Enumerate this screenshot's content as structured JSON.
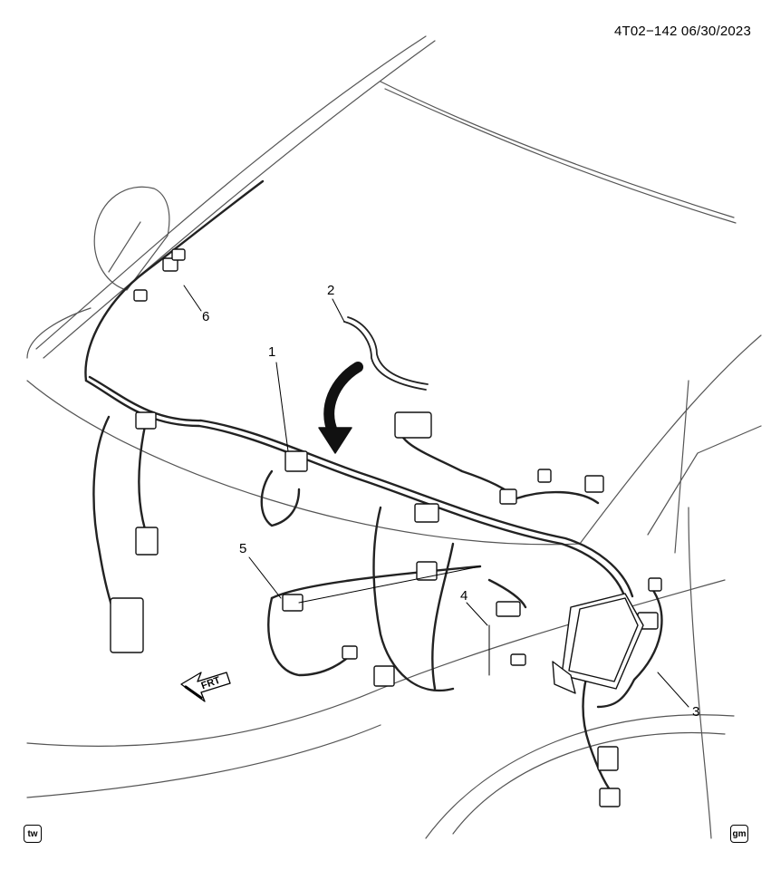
{
  "header": {
    "code": "4T02−142  06/30/2023"
  },
  "callouts": [
    {
      "id": "1",
      "label": "1"
    },
    {
      "id": "2",
      "label": "2"
    },
    {
      "id": "3",
      "label": "3"
    },
    {
      "id": "4",
      "label": "4"
    },
    {
      "id": "5",
      "label": "5"
    },
    {
      "id": "6",
      "label": "6"
    }
  ],
  "orientation": {
    "label": "FRT",
    "icon": "front-direction-arrow-icon"
  },
  "badges": {
    "left": "tw",
    "right": "gm"
  }
}
